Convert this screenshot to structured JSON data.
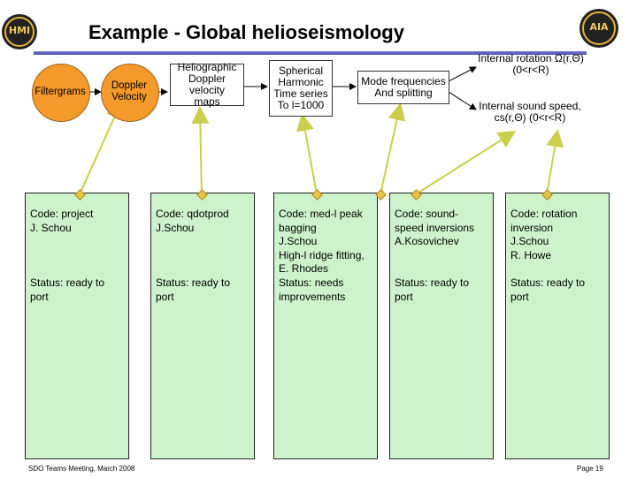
{
  "header": {
    "title": "Example - Global helioseismology"
  },
  "logos": {
    "left": "HMI",
    "right": "AIA"
  },
  "flow": {
    "filtergrams": "Filtergrams",
    "doppler": [
      "Doppler",
      "Velocity"
    ],
    "heliographic": [
      "Heliographic",
      "Doppler velocity",
      "maps"
    ],
    "spherical": [
      "Spherical",
      "Harmonic",
      "Time series",
      "To l=1000"
    ],
    "mode": [
      "Mode frequencies",
      "And splitting"
    ],
    "rotation": [
      "Internal rotation Ω(r,Θ)",
      "(0<r<R)"
    ],
    "sound": [
      "Internal sound speed,",
      "cs(r,Θ) (0<r<R)"
    ]
  },
  "cards": [
    {
      "code": [
        "Code: project",
        "J. Schou"
      ],
      "status": [
        "Status: ready to",
        "port"
      ]
    },
    {
      "code": [
        "Code: qdotprod",
        "J.Schou"
      ],
      "status": [
        "Status: ready to",
        "port"
      ]
    },
    {
      "code": [
        "Code: med-l peak",
        "bagging",
        "J.Schou",
        "High-l ridge fitting,",
        "E. Rhodes"
      ],
      "status": [
        "Status: needs",
        "improvements"
      ]
    },
    {
      "code": [
        "Code: sound-",
        "speed inversions",
        "A.Kosovichev"
      ],
      "status": [
        "Status: ready to",
        "port"
      ]
    },
    {
      "code": [
        "Code: rotation",
        "inversion",
        "J.Schou",
        "R. Howe"
      ],
      "status": [
        "Status: ready to",
        "port"
      ]
    }
  ],
  "footer": {
    "left": "SDO Teams Meeting, March 2008",
    "right": "Page 19"
  },
  "colors": {
    "orange": "#f39a2b",
    "card_green": "#ccf3cc",
    "arrow": "#c9cf4a"
  }
}
